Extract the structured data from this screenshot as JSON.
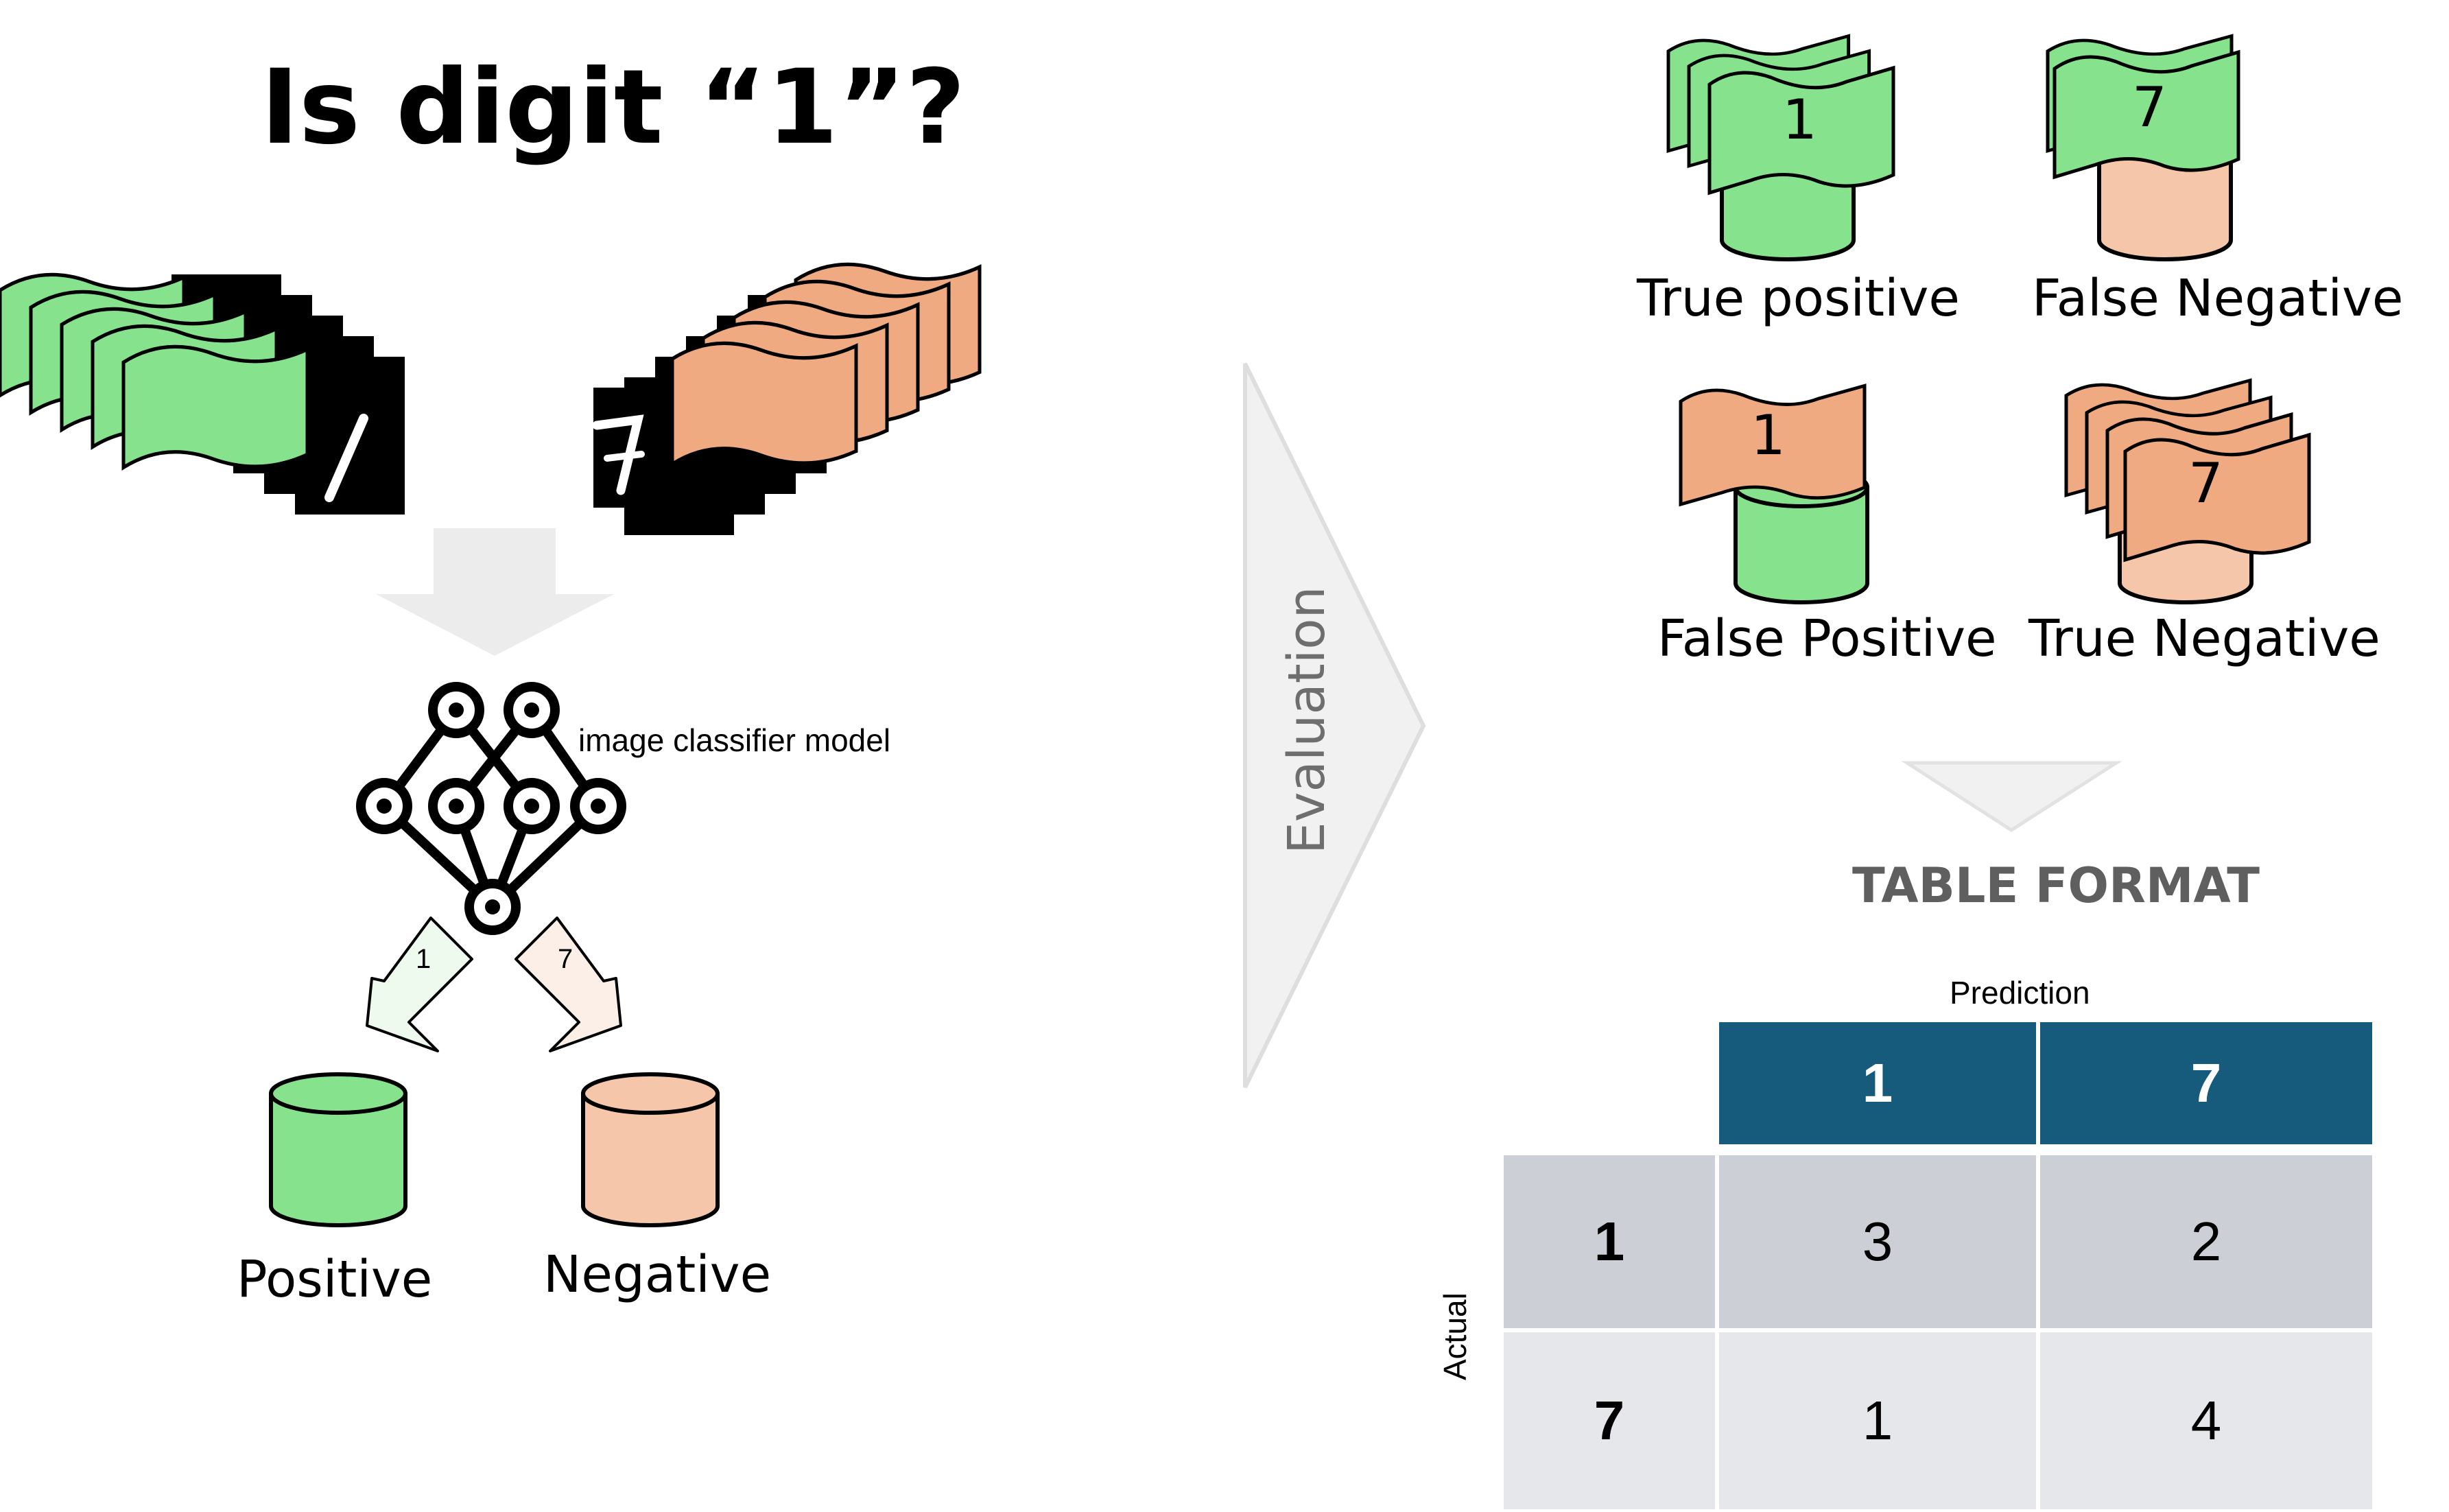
{
  "title": "Is digit “1”?",
  "model": {
    "label": "image classifier model",
    "arrow_left_label": "1",
    "arrow_right_label": "7"
  },
  "buckets": {
    "positive": "Positive",
    "negative": "Negative"
  },
  "evaluation_label": "Evaluation",
  "outcomes": {
    "true_positive": {
      "label": "True positive",
      "digit": "1"
    },
    "false_negative": {
      "label": "False Negative",
      "digit": "7"
    },
    "false_positive": {
      "label": "False Positive",
      "digit": "1"
    },
    "true_negative": {
      "label": "True Negative",
      "digit": "7"
    }
  },
  "table_format_label": "TABLE FORMAT",
  "confusion_table": {
    "prediction_label": "Prediction",
    "actual_label": "Actual",
    "columns": [
      "1",
      "7"
    ],
    "rows": [
      {
        "label": "1",
        "values": [
          "3",
          "2"
        ]
      },
      {
        "label": "7",
        "values": [
          "1",
          "4"
        ]
      }
    ]
  },
  "colors": {
    "green": "#86e28c",
    "salmon": "#f0aa82",
    "peach": "#f5c6aa",
    "header_blue": "#175b7c",
    "row1": "#ccd0d6",
    "row2": "#e5e7ea"
  },
  "icons": [
    "green-tag-stack-icon",
    "salmon-tag-stack-icon",
    "mnist-one-image-icon",
    "mnist-seven-image-icon",
    "down-arrow-icon",
    "neural-network-icon",
    "cylinder-icon",
    "evaluation-arrow-icon"
  ]
}
